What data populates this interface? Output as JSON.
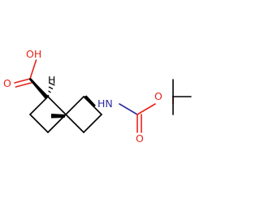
{
  "structure": {
    "labels": {
      "carboxylic_oh": "OH",
      "carbonyl_o": "O",
      "stereo_h": "H",
      "amine_nh": "HN",
      "carbamate_ester_o": "O",
      "carbamate_carbonyl_o": "O"
    },
    "colors": {
      "bond": "#000000",
      "oxygen": "#e8221a",
      "nitrogen": "#2c2ca0",
      "hydrogen": "#000000",
      "background": "#ffffff"
    }
  }
}
